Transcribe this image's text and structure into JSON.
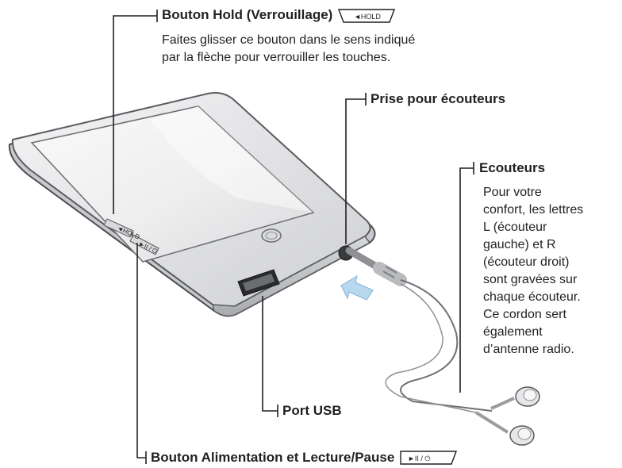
{
  "hold": {
    "title": "Bouton Hold (Verrouillage)",
    "badge": "◄HOLD",
    "desc_line1": "Faites glisser ce bouton dans le sens indiqué",
    "desc_line2": "par la flèche pour verrouiller les touches."
  },
  "jack": {
    "title": "Prise pour écouteurs"
  },
  "earphones": {
    "title": "Ecouteurs",
    "desc_lines": [
      "Pour votre",
      "confort, les lettres",
      "L (écouteur",
      "gauche) et R",
      "(écouteur droit)",
      "sont gravées sur",
      "chaque écouteur.",
      "Ce cordon sert",
      "également",
      "d’antenne radio."
    ]
  },
  "usb": {
    "title": "Port USB"
  },
  "power": {
    "title": "Bouton Alimentation et Lecture/Pause",
    "badge": "►II / ⏻"
  },
  "device_labels": {
    "hold_side": "◄HOLD",
    "power_side": "►II / ⏻"
  },
  "colors": {
    "text": "#231f20",
    "device_body": "#e3e4e6",
    "device_edge": "#5a5c60",
    "arrow": "#b8d8ef"
  }
}
